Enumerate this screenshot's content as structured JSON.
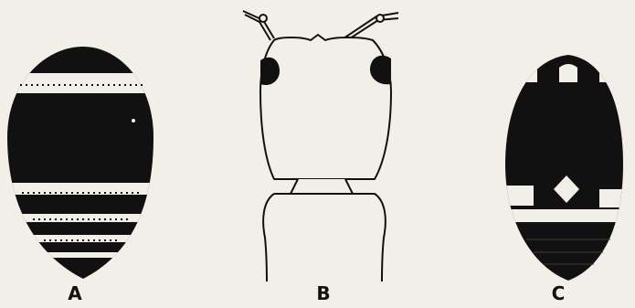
{
  "panels": [
    {
      "id": "A",
      "label": "A"
    },
    {
      "id": "B",
      "label": "B"
    },
    {
      "id": "C",
      "label": "C"
    }
  ],
  "colors": {
    "background": "#f2efe9",
    "ink": "#111111"
  }
}
